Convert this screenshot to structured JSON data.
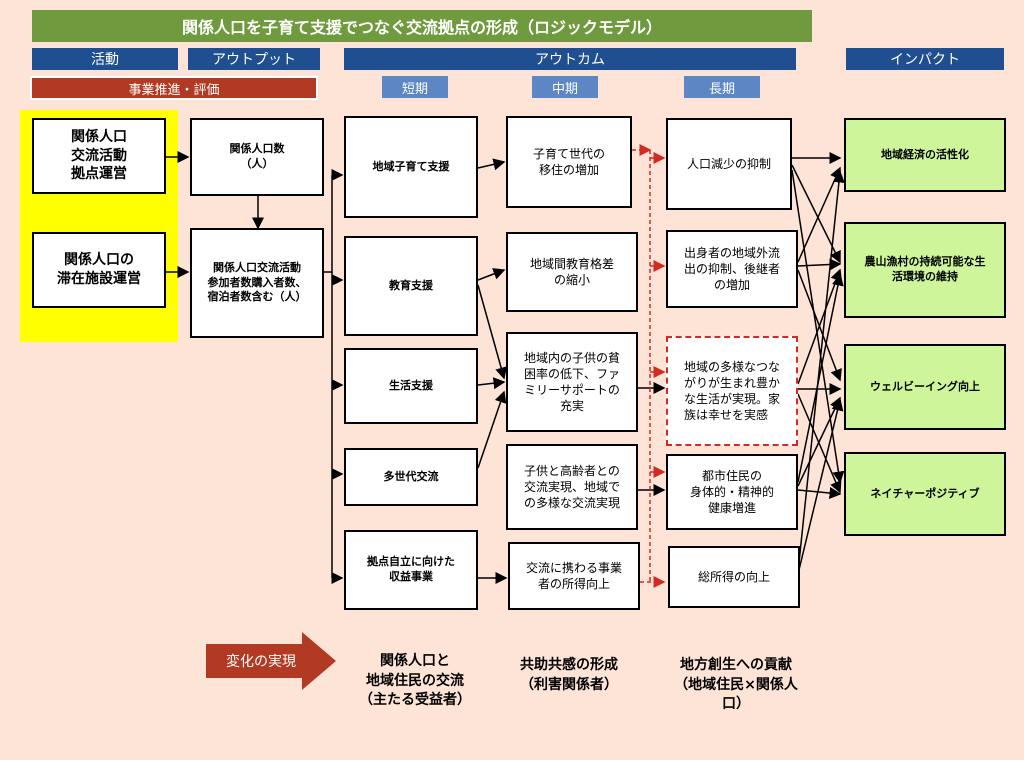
{
  "title": "関係人口を子育て支援でつなぐ交流拠点の形成（ロジックモデル）",
  "headers": {
    "activity": "活動",
    "output": "アウトプット",
    "outcome": "アウトカム",
    "impact": "インパクト"
  },
  "subheaders": {
    "short": "短期",
    "mid": "中期",
    "long": "長期"
  },
  "promotion": "事業推進・評価",
  "activities": [
    "関係人口\n交流活動\n拠点運営",
    "関係人口の\n滞在施設運営"
  ],
  "outputs": [
    "関係人口数\n（人）",
    "関係人口交流活動\n参加者数購入者数、\n宿泊者数含む（人）"
  ],
  "short": [
    "地域子育て支援",
    "教育支援",
    "生活支援",
    "多世代交流",
    "拠点自立に向けた\n収益事業"
  ],
  "mid": [
    "子育て世代の\n移住の増加",
    "地域間教育格差\nの縮小",
    "地域内の子供の貧\n困率の低下、ファ\nミリーサポートの\n充実",
    "子供と高齢者との\n交流実現、地域で\nの多様な交流実現",
    "交流に携わる事業\n者の所得向上"
  ],
  "long": [
    "人口減少の抑制",
    "出身者の地域外流\n出の抑制、後継者\nの増加",
    "地域の多様なつな\nがりが生まれ豊か\nな生活が実現。家\n族は幸せを実感",
    "都市住民の\n身体的・精神的\n健康増進",
    "総所得の向上"
  ],
  "impacts": [
    "地域経済の活性化",
    "農山漁村の持続可能な生\n活環境の維持",
    "ウェルビーイング向上",
    "ネイチャーポジティブ"
  ],
  "change_label": "変化の実現",
  "bottom": [
    "関係人口と\n地域住民の交流\n（主たる受益者）",
    "共助共感の形成\n（利害関係者）",
    "地方創生への貢献\n（地域住民×関係人\n口）"
  ],
  "colors": {
    "background": "#fde4d6",
    "title": "#6f9b3e",
    "header": "#1f4e91",
    "subheader": "#5c86c4",
    "promotion": "#b23a22",
    "highlight": "#ffff00",
    "impact": "#cef59a",
    "dashed": "#d32a22"
  }
}
